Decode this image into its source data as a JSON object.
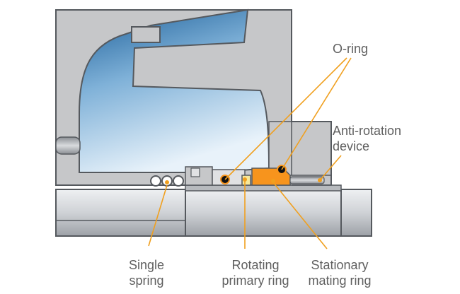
{
  "labels": {
    "o_ring": "O-ring",
    "anti_rotation_line1": "Anti-rotation",
    "anti_rotation_line2": "device",
    "single_spring_line1": "Single",
    "single_spring_line2": "spring",
    "rotating_primary_line1": "Rotating",
    "rotating_primary_line2": "primary ring",
    "stationary_mating_line1": "Stationary",
    "stationary_mating_line2": "mating ring"
  },
  "colors": {
    "housing": "#c6c7c9",
    "outline": "#55595e",
    "fluid_dark": "#1c5f99",
    "fluid_light": "#e6f0f8",
    "leader": "#f0a01f",
    "stationary_ring": "#f7941d",
    "primary_ring": "#f7e89a",
    "text": "#5f5f5f"
  }
}
